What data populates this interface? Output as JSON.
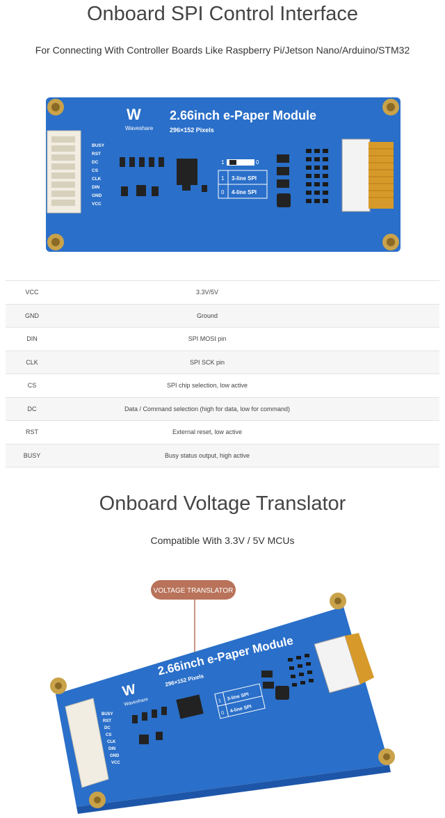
{
  "section1": {
    "title": "Onboard SPI Control Interface",
    "subtitle": "For Connecting With Controller Boards Like Raspberry Pi/Jetson Nano/Arduino/STM32"
  },
  "board": {
    "module_name": "2.66inch e-Paper Module",
    "resolution": "296×152 Pixels",
    "brand": "Waveshare",
    "pin_labels": [
      "BUSY",
      "RST",
      "DC",
      "CS",
      "CLK",
      "DIN",
      "GND",
      "VCC"
    ],
    "mode_1": {
      "digit": "1",
      "label": "3-line SPI"
    },
    "mode_0": {
      "digit": "0",
      "label": "4-line SPI"
    },
    "jumper_left": "1",
    "jumper_right": "0",
    "colors": {
      "pcb": "#2a6fc9",
      "pcb_dark": "#1d56a8",
      "connector": "#f1ede2",
      "gold": "#c9a24a"
    }
  },
  "pins": [
    {
      "pin": "VCC",
      "desc": "3.3V/5V"
    },
    {
      "pin": "GND",
      "desc": "Ground"
    },
    {
      "pin": "DIN",
      "desc": "SPI MOSI pin"
    },
    {
      "pin": "CLK",
      "desc": "SPI SCK pin"
    },
    {
      "pin": "CS",
      "desc": "SPI chip selection, low active"
    },
    {
      "pin": "DC",
      "desc": "Data / Command selection (high for data, low for command)"
    },
    {
      "pin": "RST",
      "desc": "External reset, low active"
    },
    {
      "pin": "BUSY",
      "desc": "Busy status output, high active"
    }
  ],
  "section2": {
    "title": "Onboard Voltage Translator",
    "subtitle": "Compatible With 3.3V / 5V MCUs",
    "callout": "VOLTAGE TRANSLATOR"
  }
}
